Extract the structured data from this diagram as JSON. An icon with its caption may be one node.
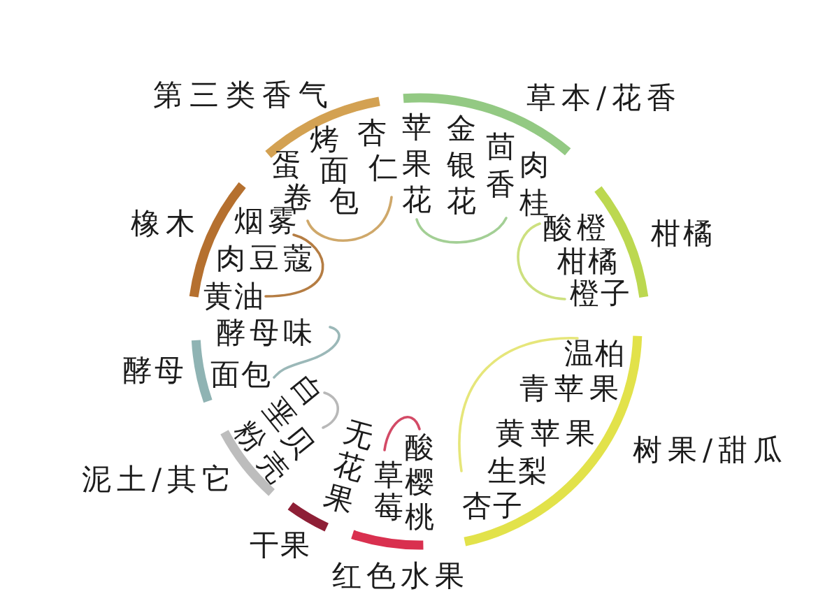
{
  "diagram": {
    "labels": [
      "第三类香气",
      "草本/花香",
      "蛋卷",
      "烤面包",
      "杏仁",
      "苹果花",
      "金银花",
      "茴香",
      "肉桂",
      "橡木",
      "烟雾",
      "酸橙",
      "柑橘",
      "肉豆蔻",
      "柑橘",
      "黄油",
      "橙子",
      "酵母味",
      "温柏",
      "酵母",
      "面包",
      "青苹果",
      "白垩粉",
      "贝壳",
      "无花果",
      "酸樱桃",
      "黄苹果",
      "树果/甜瓜",
      "泥土/其它",
      "草莓",
      "生梨",
      "杏子",
      "干果",
      "红色水果"
    ]
  }
}
